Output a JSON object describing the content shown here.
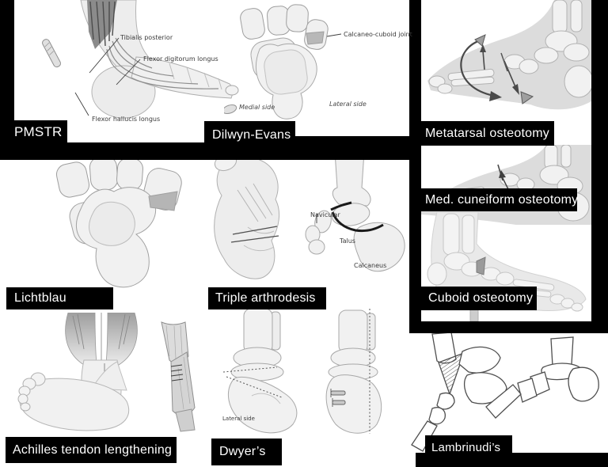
{
  "panels": {
    "pmstr": {
      "label": "PMSTR",
      "annotations": {
        "a1": "Tibialis posterior",
        "a2": "Flexor digitorum longus",
        "a3": "Flexor hallucis longus"
      }
    },
    "dilwyn_evans": {
      "label": "Dilwyn-Evans",
      "annotations": {
        "a1": "Calcaneo-cuboid joint",
        "a2": "Medial side",
        "a3": "Lateral side"
      }
    },
    "metatarsal": {
      "label": "Metatarsal osteotomy"
    },
    "med_cuneiform": {
      "label": "Med. cuneiform osteotomy"
    },
    "lichtblau": {
      "label": "Lichtblau"
    },
    "triple": {
      "label": "Triple arthrodesis",
      "annotations": {
        "a1": "Navicular",
        "a2": "Talus",
        "a3": "Calcaneus"
      }
    },
    "cuboid": {
      "label": "Cuboid osteotomy"
    },
    "achilles": {
      "label": "Achilles tendon lengthening"
    },
    "dwyers": {
      "label": "Dwyer’s",
      "annotations": {
        "a1": "Lateral side"
      }
    },
    "lambrinudis": {
      "label": "Lambrinudi’s"
    }
  },
  "colors": {
    "background": "#ffffff",
    "label_bar_bg": "#000000",
    "label_bar_text": "#ffffff",
    "illustration_fill": "#ededed",
    "illustration_outline": "#a8a8a8",
    "shaded_wedge": "#b5b5b5",
    "joint_line": "#1a1a1a",
    "annotation_text": "#3a3a3a"
  }
}
